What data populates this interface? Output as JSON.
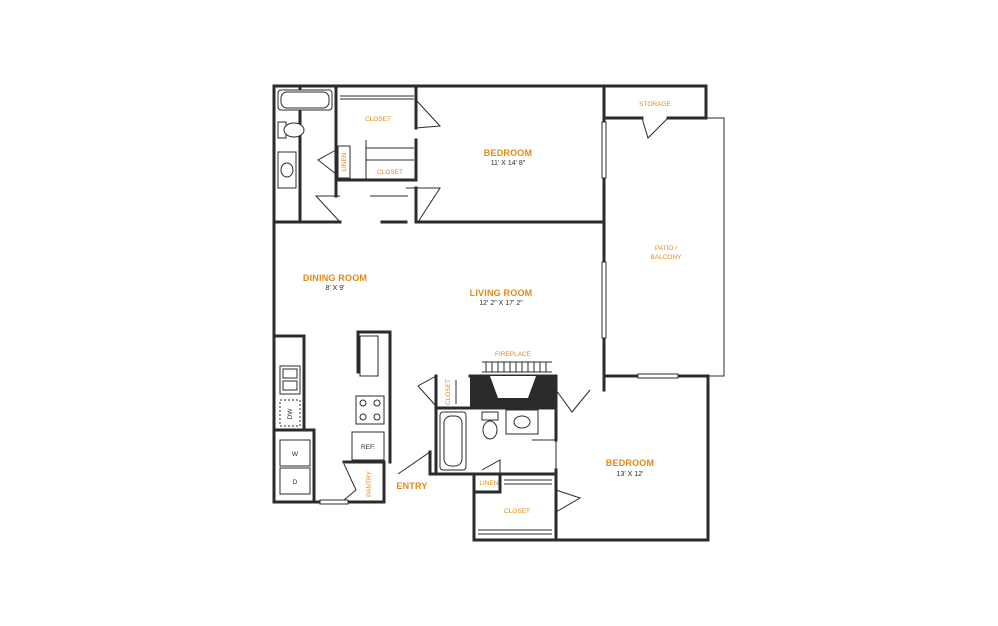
{
  "rooms": {
    "bedroom1": {
      "name": "BEDROOM",
      "dims": "11' X 14' 8\""
    },
    "bedroom2": {
      "name": "BEDROOM",
      "dims": "13' X 12'"
    },
    "living": {
      "name": "LIVING ROOM",
      "dims": "12' 2\" X 17' 2\""
    },
    "dining": {
      "name": "DINING ROOM",
      "dims": "8' X 9'"
    },
    "patio": {
      "line1": "PATIO /",
      "line2": "BALCONY"
    },
    "storage": {
      "name": "STORAGE"
    },
    "closet_top": {
      "name": "CLOSET"
    },
    "closet_mid": {
      "name": "CLOSET"
    },
    "closet_bath": {
      "name": "CLOSET"
    },
    "closet_bottom": {
      "name": "CLOSET"
    },
    "linen_top": {
      "name": "LINEN"
    },
    "linen_bottom": {
      "name": "LINEN"
    },
    "pantry": {
      "name": "PANTRY"
    },
    "entry": {
      "name": "ENTRY"
    },
    "fireplace": {
      "name": "FIREPLACE"
    }
  },
  "fixtures": {
    "dishwasher": "DW",
    "washer": "W",
    "dryer": "D",
    "refrigerator": "REF."
  }
}
